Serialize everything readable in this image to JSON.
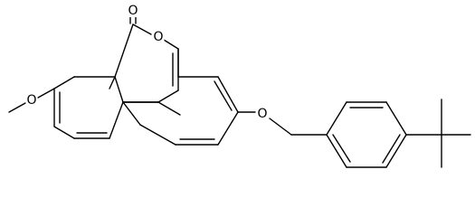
{
  "molecule": {
    "atom_labels": {
      "carbonyl_oxygen": "O",
      "ring_oxygen": "O",
      "methoxy_oxygen": "O",
      "ether_oxygen": "O"
    }
  },
  "colors": {
    "bond": "#000000",
    "label": "#000000",
    "background": "#ffffff"
  }
}
